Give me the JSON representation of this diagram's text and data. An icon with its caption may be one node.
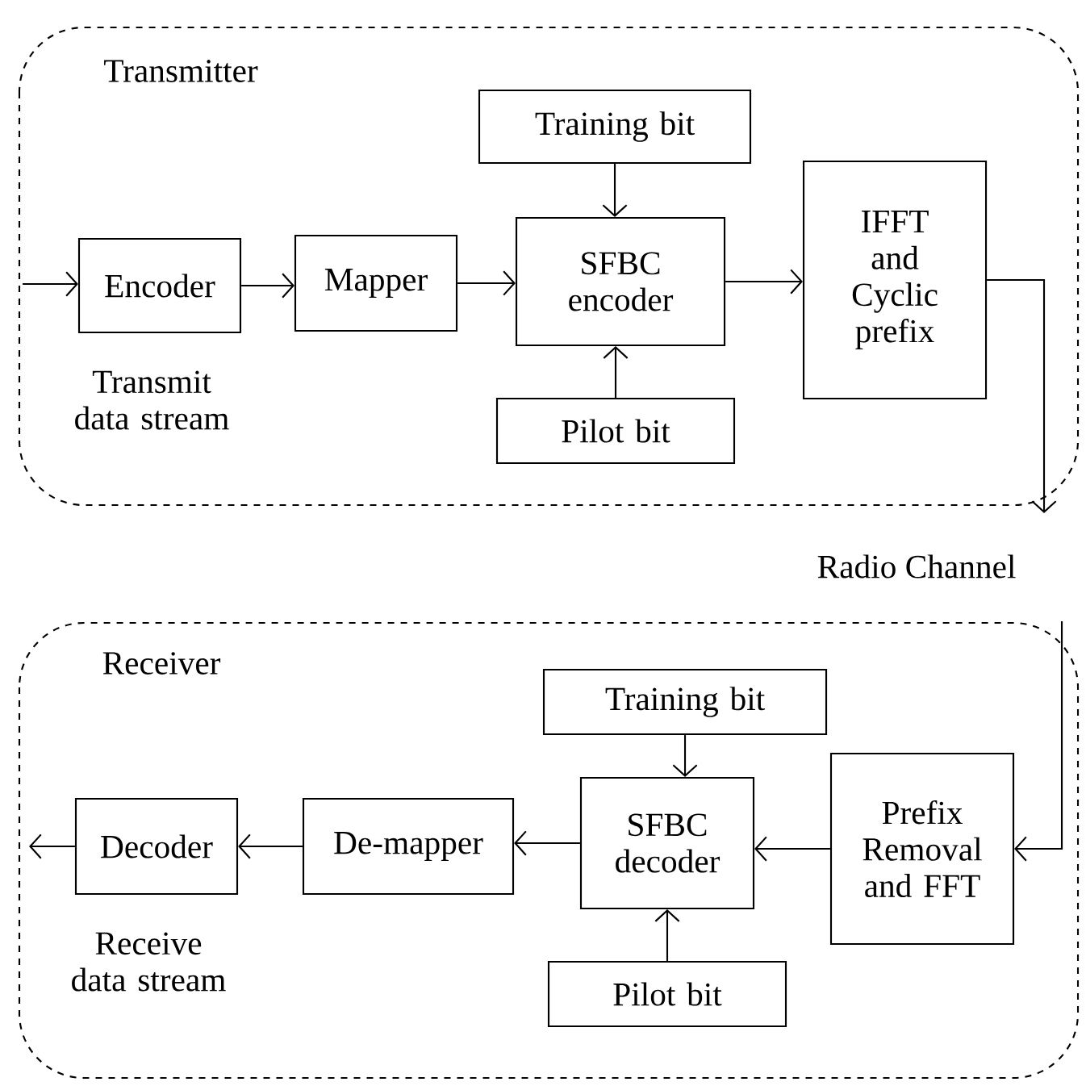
{
  "diagram": {
    "nodes": [
      {
        "text": [
          "Transmitter"
        ]
      },
      {
        "text": [
          "Encoder"
        ],
        "in": 0,
        "beside": [
          "Transmit data stream"
        ]
      },
      {
        "text": [
          "Mapper"
        ],
        "in": 0
      },
      {
        "text": [
          "Training bit"
        ],
        "in": 0
      },
      {
        "text": [
          "SFBC encoder"
        ],
        "in": 0
      },
      {
        "text": [
          "Pilot bit"
        ],
        "in": 0
      },
      {
        "text": [
          "IFFT and Cyclic prefix"
        ],
        "in": 0
      },
      {
        "text": [
          "Receiver"
        ]
      },
      {
        "text": [
          "Training bit"
        ],
        "in": 7
      },
      {
        "text": [
          "SFBC decoder"
        ],
        "in": 7
      },
      {
        "text": [
          "Prefix Removal and FFT"
        ],
        "in": 7
      },
      {
        "text": [
          "Decoder"
        ],
        "in": 7,
        "beside": [
          "Receive data stream"
        ]
      },
      {
        "text": [
          "De-mapper"
        ],
        "in": 7
      },
      {
        "text": [
          "Pilot bit"
        ],
        "in": 7
      }
    ],
    "edges": [
      {
        "from": null,
        "to": 1,
        "arrow": "to"
      },
      {
        "from": 1,
        "to": 2,
        "arrow": "to"
      },
      {
        "from": 2,
        "to": 4,
        "arrow": "to"
      },
      {
        "from": 3,
        "to": 4,
        "arrow": "to"
      },
      {
        "from": 5,
        "to": 4,
        "arrow": "to"
      },
      {
        "from": 4,
        "to": 6,
        "arrow": "to"
      },
      {
        "from": 6,
        "to": null,
        "arrow": "to"
      },
      {
        "from": null,
        "to": 10,
        "arrow": "to"
      },
      {
        "from": 10,
        "to": 9,
        "arrow": "to"
      },
      {
        "from": 8,
        "to": 9,
        "arrow": "to"
      },
      {
        "from": 13,
        "to": 9,
        "arrow": "to"
      },
      {
        "from": 9,
        "to": 12,
        "arrow": "to"
      },
      {
        "from": 12,
        "to": 11,
        "arrow": "to"
      },
      {
        "from": 11,
        "to": null,
        "arrow": "to"
      }
    ],
    "labels": [
      "Radio Channel"
    ]
  }
}
